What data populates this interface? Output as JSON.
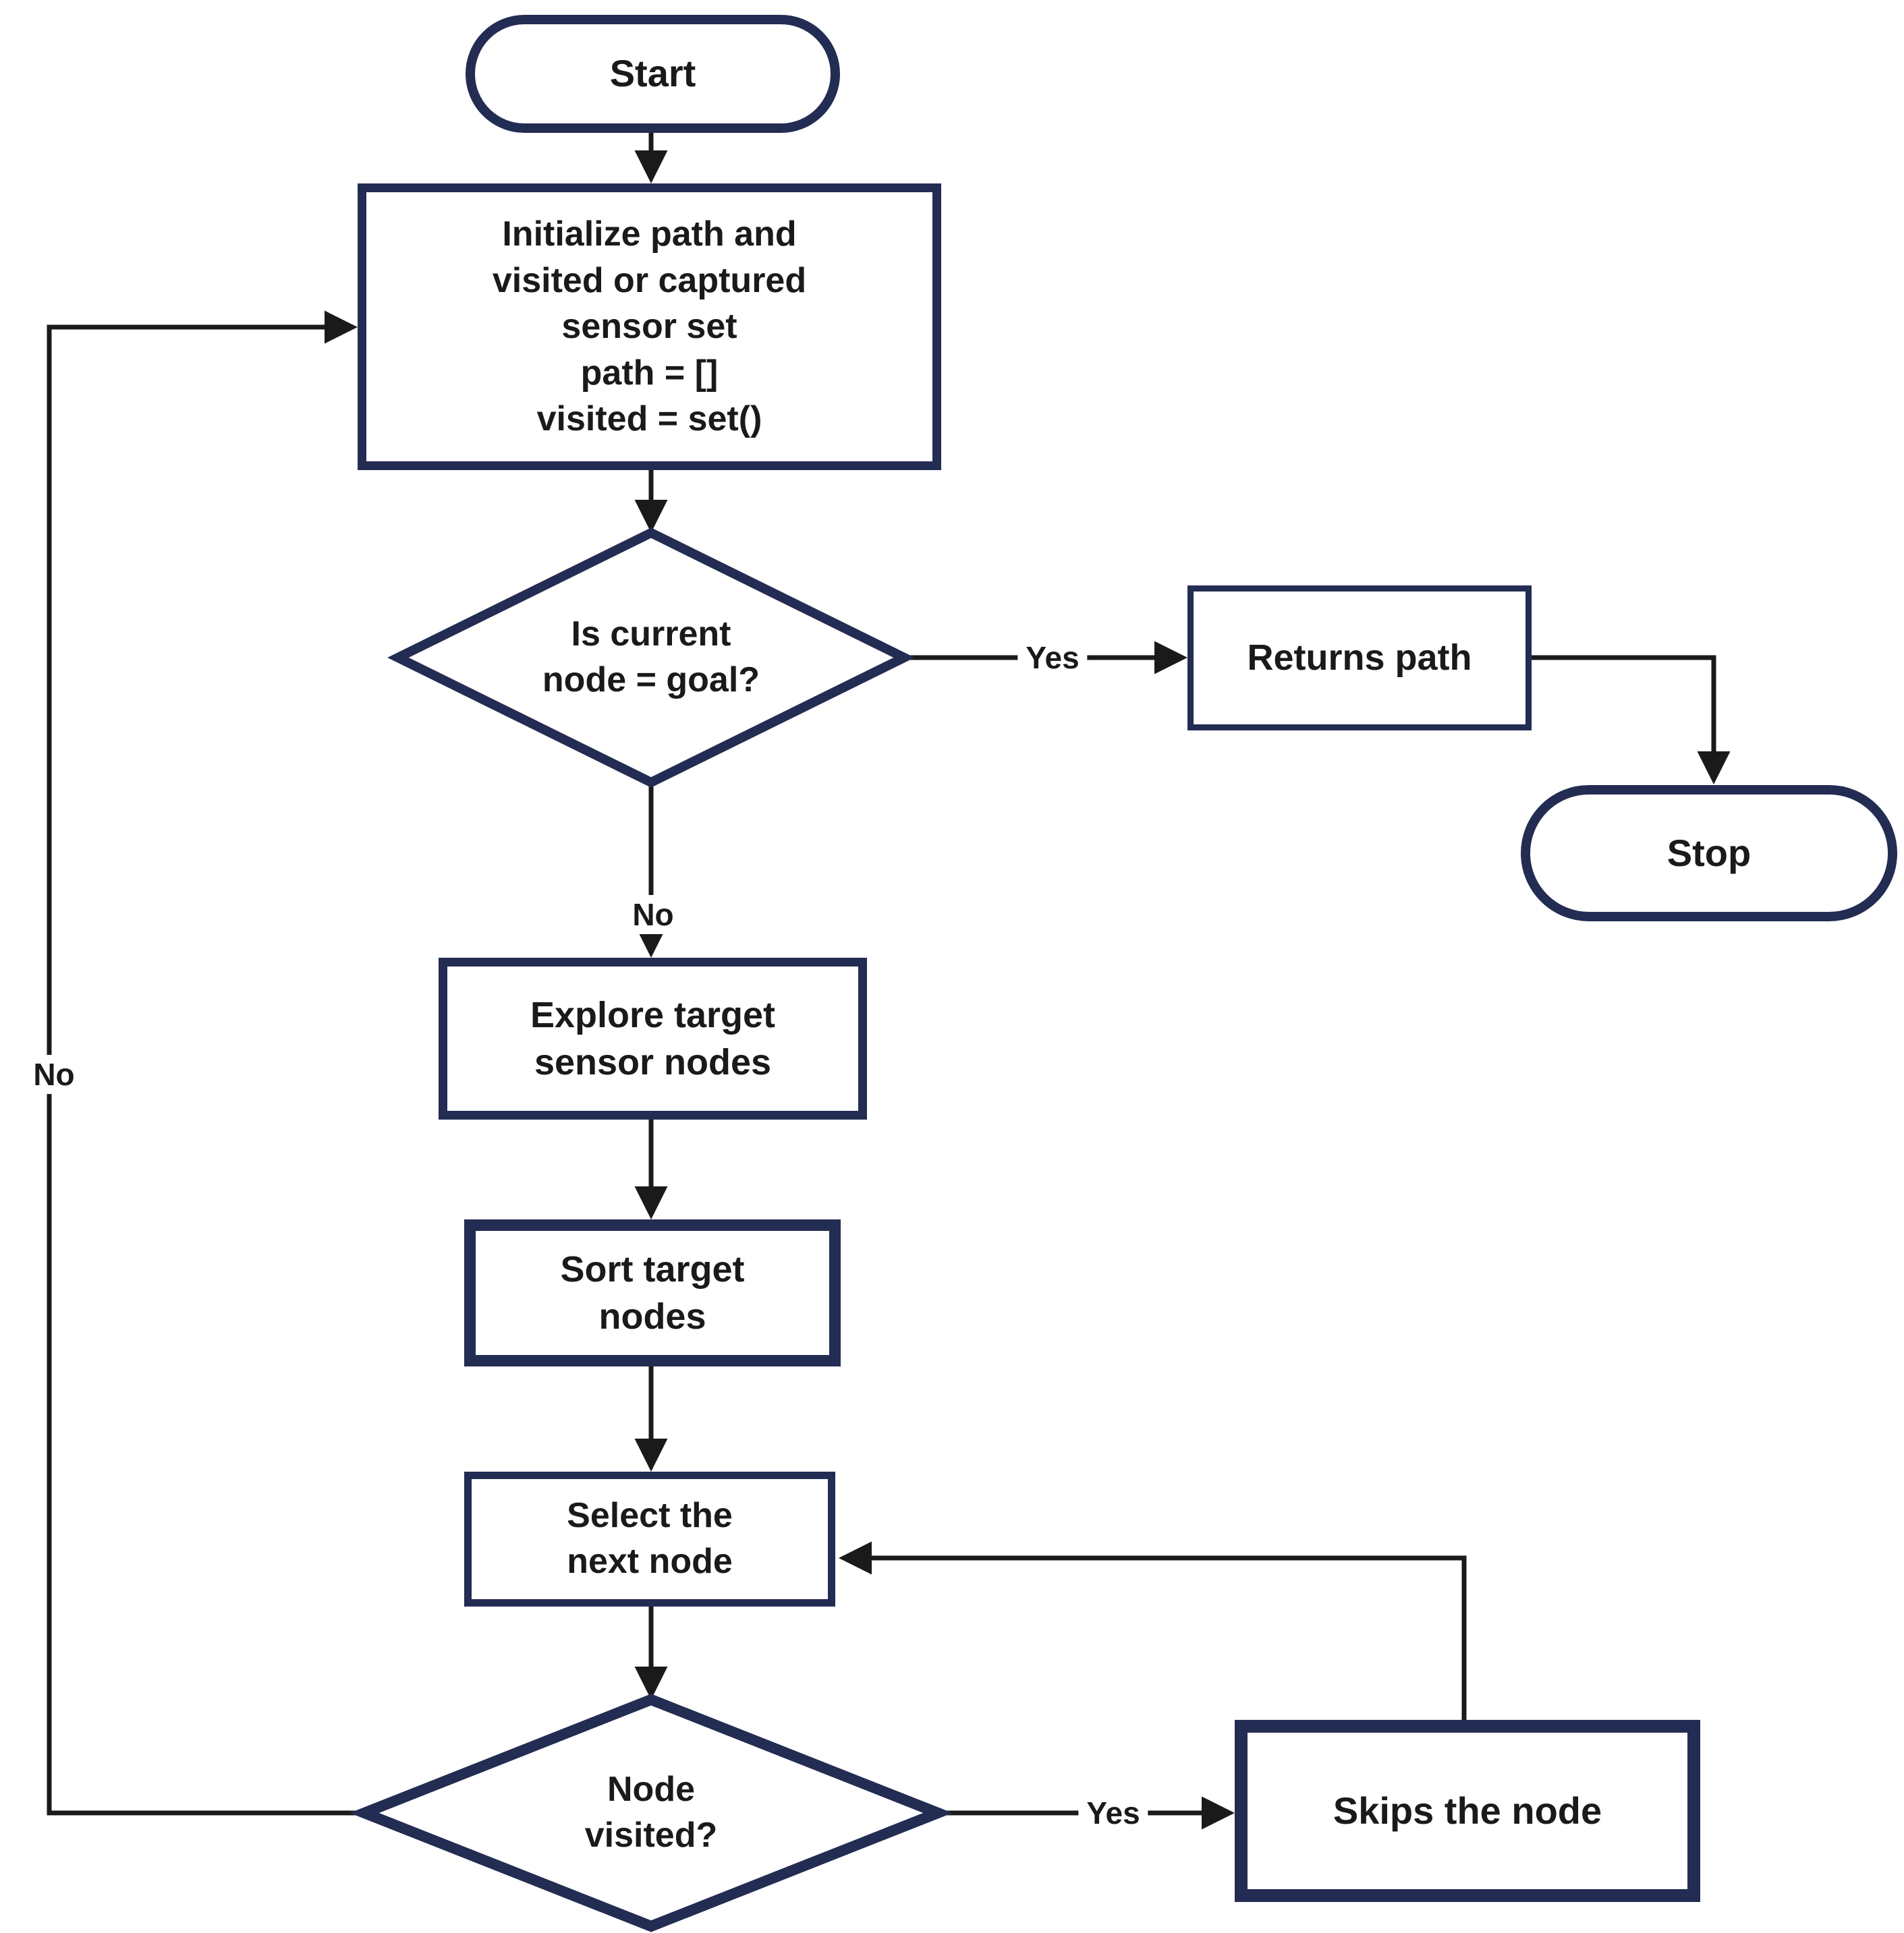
{
  "diagram": {
    "type": "flowchart",
    "colors": {
      "node_border": "#232c52",
      "connector": "#1a1a1a",
      "text": "#1a1a1a",
      "background": "#ffffff"
    },
    "nodes": {
      "start": {
        "shape": "terminator",
        "label": "Start"
      },
      "init": {
        "shape": "process",
        "lines": [
          "Initialize path and",
          "visited or captured",
          "sensor set",
          "path = []",
          "visited = set()"
        ]
      },
      "goal_check": {
        "shape": "decision",
        "lines": [
          "Is current",
          "node = goal?"
        ]
      },
      "returns_path": {
        "shape": "process",
        "label": "Returns path"
      },
      "stop": {
        "shape": "terminator",
        "label": "Stop"
      },
      "explore": {
        "shape": "process",
        "lines": [
          "Explore target",
          "sensor nodes"
        ]
      },
      "sort": {
        "shape": "process",
        "lines": [
          "Sort target",
          "nodes"
        ]
      },
      "select": {
        "shape": "process",
        "lines": [
          "Select the",
          "next node"
        ]
      },
      "visited_check": {
        "shape": "decision",
        "lines": [
          "Node",
          "visited?"
        ]
      },
      "skips": {
        "shape": "process",
        "label": "Skips the node"
      }
    },
    "edge_labels": {
      "goal_yes": "Yes",
      "goal_no": "No",
      "visited_yes": "Yes",
      "visited_no": "No"
    },
    "edges": [
      "start -> init",
      "init -> goal_check",
      "goal_check -Yes-> returns_path",
      "returns_path -> stop",
      "goal_check -No-> explore",
      "explore -> sort",
      "sort -> select",
      "select -> visited_check",
      "visited_check -Yes-> skips",
      "skips -> select",
      "visited_check -No-> init"
    ]
  }
}
